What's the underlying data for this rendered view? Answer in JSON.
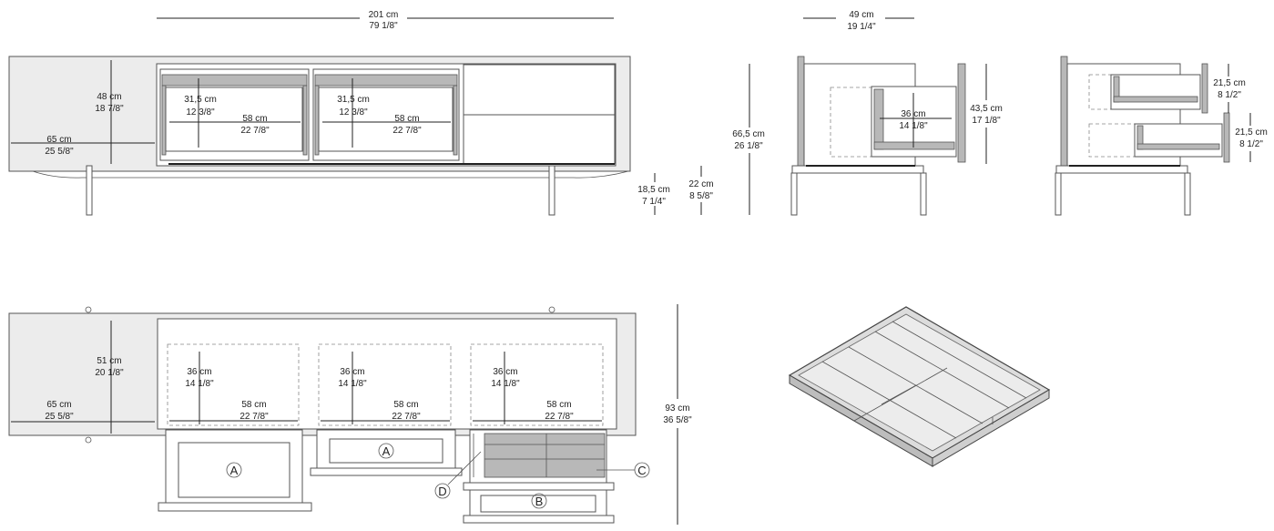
{
  "dimensions": {
    "total_width": {
      "cm": "201 cm",
      "in": "79 1/8\""
    },
    "depth_top": {
      "cm": "49 cm",
      "in": "19 1/4\""
    },
    "door_height_a": {
      "cm": "48 cm",
      "in": "18 7/8\""
    },
    "side_width_a": {
      "cm": "65 cm",
      "in": "25 5/8\""
    },
    "drawer_height_1": {
      "cm": "31,5 cm",
      "in": "12 3/8\""
    },
    "drawer_width_1": {
      "cm": "58 cm",
      "in": "22 7/8\""
    },
    "drawer_height_2": {
      "cm": "31,5 cm",
      "in": "12 3/8\""
    },
    "drawer_width_2": {
      "cm": "58 cm",
      "in": "22 7/8\""
    },
    "leg_height": {
      "cm": "18,5 cm",
      "in": "7 1/4\""
    },
    "base_height": {
      "cm": "22 cm",
      "in": "8 5/8\""
    },
    "total_height_a": {
      "cm": "66,5 cm",
      "in": "26 1/8\""
    },
    "internal_drawer": {
      "cm": "36 cm",
      "in": "14 1/8\""
    },
    "drawer_front": {
      "cm": "43,5 cm",
      "in": "17 1/8\""
    },
    "small_drawer_1": {
      "cm": "21,5 cm",
      "in": "8 1/2\""
    },
    "small_drawer_2": {
      "cm": "21,5 cm",
      "in": "8 1/2\""
    },
    "door_height_b": {
      "cm": "51 cm",
      "in": "20 1/8\""
    },
    "side_width_b": {
      "cm": "65 cm",
      "in": "25 5/8\""
    },
    "bay_depth_1": {
      "cm": "36 cm",
      "in": "14 1/8\""
    },
    "bay_width_1": {
      "cm": "58 cm",
      "in": "22 7/8\""
    },
    "bay_depth_2": {
      "cm": "36 cm",
      "in": "14 1/8\""
    },
    "bay_width_2": {
      "cm": "58 cm",
      "in": "22 7/8\""
    },
    "bay_depth_3": {
      "cm": "36 cm",
      "in": "14 1/8\""
    },
    "bay_width_3": {
      "cm": "58 cm",
      "in": "22 7/8\""
    },
    "total_height_b": {
      "cm": "93 cm",
      "in": "36 5/8\""
    }
  },
  "callouts": {
    "a1": "A",
    "a2": "A",
    "b": "B",
    "c": "C",
    "d": "D"
  }
}
